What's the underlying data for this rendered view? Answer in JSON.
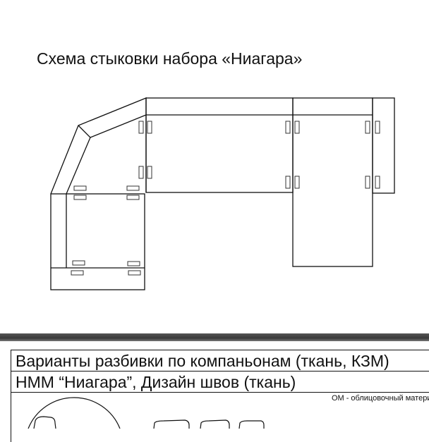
{
  "title": "Схема стыковки набора «Ниагара»",
  "table": {
    "rows": [
      "Варианты разбивки по компаньонам (ткань, КЗМ)",
      "НММ “Ниагара”, Дизайн швов (ткань)"
    ],
    "note": "ОМ - облицовочный материал"
  },
  "colors": {
    "line": "#111111",
    "bar": "#444444"
  }
}
